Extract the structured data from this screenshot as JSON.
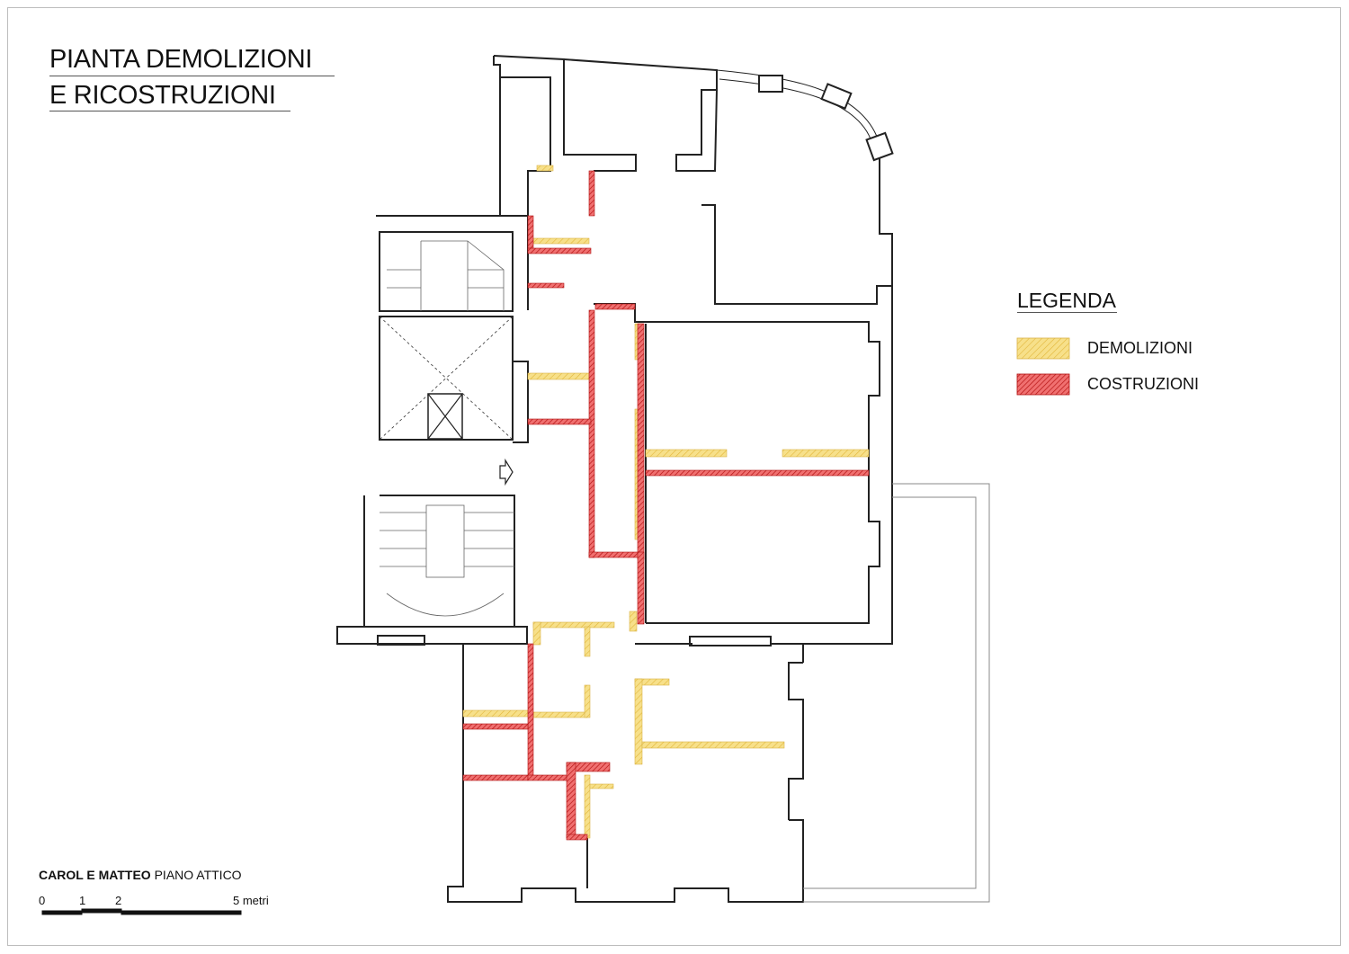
{
  "title": {
    "line1": "PIANTA DEMOLIZIONI",
    "line2": "E RICOSTRUZIONI"
  },
  "legend": {
    "heading": "LEGENDA",
    "items": [
      {
        "label": "DEMOLIZIONI",
        "color": "#f5dc7a",
        "hatch": "#e6b93a"
      },
      {
        "label": "COSTRUZIONI",
        "color": "#f07070",
        "hatch": "#c01818"
      }
    ]
  },
  "project": {
    "name": "CAROL E MATTEO",
    "floor": "PIANO ATTICO"
  },
  "scale": {
    "ticks": [
      "0",
      "1",
      "2",
      "5 metri"
    ]
  },
  "colors": {
    "wall": "#222222",
    "demolition": "#f5dc7a",
    "construction": "#d83030"
  }
}
